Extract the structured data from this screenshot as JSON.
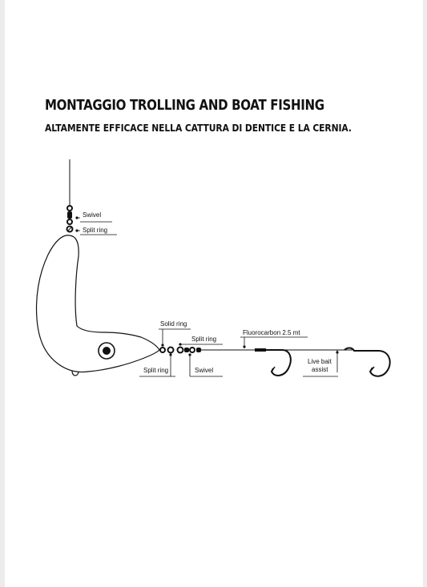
{
  "header": {
    "title": "MONTAGGIO TROLLING AND BOAT FISHING",
    "subtitle": "ALTAMENTE EFFICACE NELLA CATTURA DI DENTICE E LA CERNIA."
  },
  "labels": {
    "swivel_top": "Swivel",
    "split_ring_top": "Split ring",
    "solid_ring": "Solid ring",
    "split_ring_rear": "Split ring",
    "split_ring_bottom": "Split ring",
    "swivel_bottom": "Swivel",
    "fluorocarbon": "Fluorocarbon 2.5 mt",
    "live_bait_line1": "Live bait",
    "live_bait_line2": "assist"
  }
}
